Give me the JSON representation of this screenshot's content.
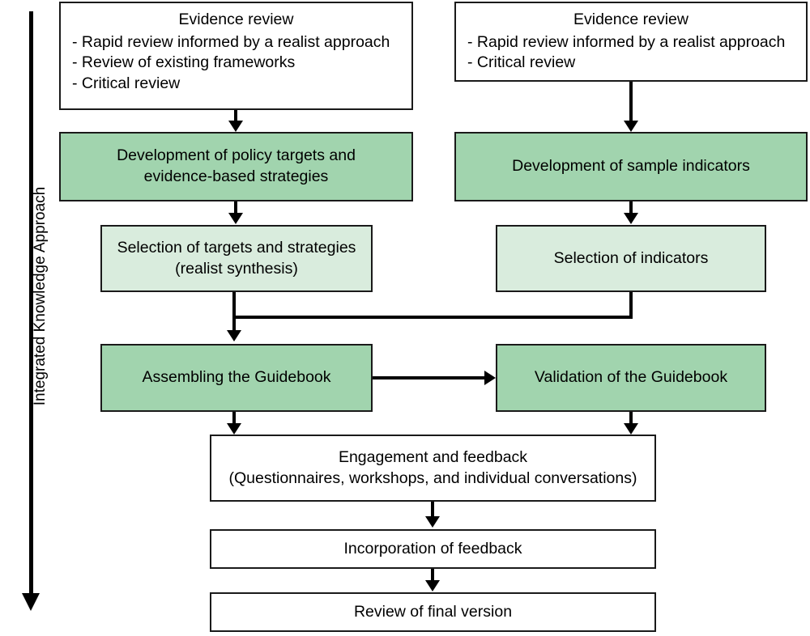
{
  "diagram": {
    "side_label": "Integrated Knowledge Approach",
    "nodes": {
      "evidence_left": {
        "title": "Evidence review",
        "items": [
          "-  Rapid review informed by a realist approach",
          "-  Review of existing frameworks",
          "-  Critical review"
        ]
      },
      "evidence_right": {
        "title": "Evidence review",
        "items": [
          "-  Rapid review informed by a realist approach",
          "-  Critical review"
        ]
      },
      "dev_policy_targets": {
        "line1": "Development of policy targets and",
        "line2": "evidence-based strategies"
      },
      "dev_sample_indicators": {
        "line1": "Development of sample indicators"
      },
      "selection_targets": {
        "line1": "Selection of targets and strategies",
        "line2": "(realist synthesis)"
      },
      "selection_indicators": {
        "line1": "Selection of indicators"
      },
      "assembling_guidebook": {
        "line1": "Assembling the Guidebook"
      },
      "validation_guidebook": {
        "line1": "Validation of the Guidebook"
      },
      "engagement_feedback": {
        "line1": "Engagement and feedback",
        "line2": "(Questionnaires, workshops, and individual conversations)"
      },
      "incorporation_feedback": {
        "line1": "Incorporation of feedback"
      },
      "review_final_version": {
        "line1": "Review of final version"
      }
    },
    "colors": {
      "green_dark": "#a1d4ae",
      "green_light": "#d9ecdd",
      "white": "#ffffff",
      "stroke": "#1a1a1a"
    }
  }
}
